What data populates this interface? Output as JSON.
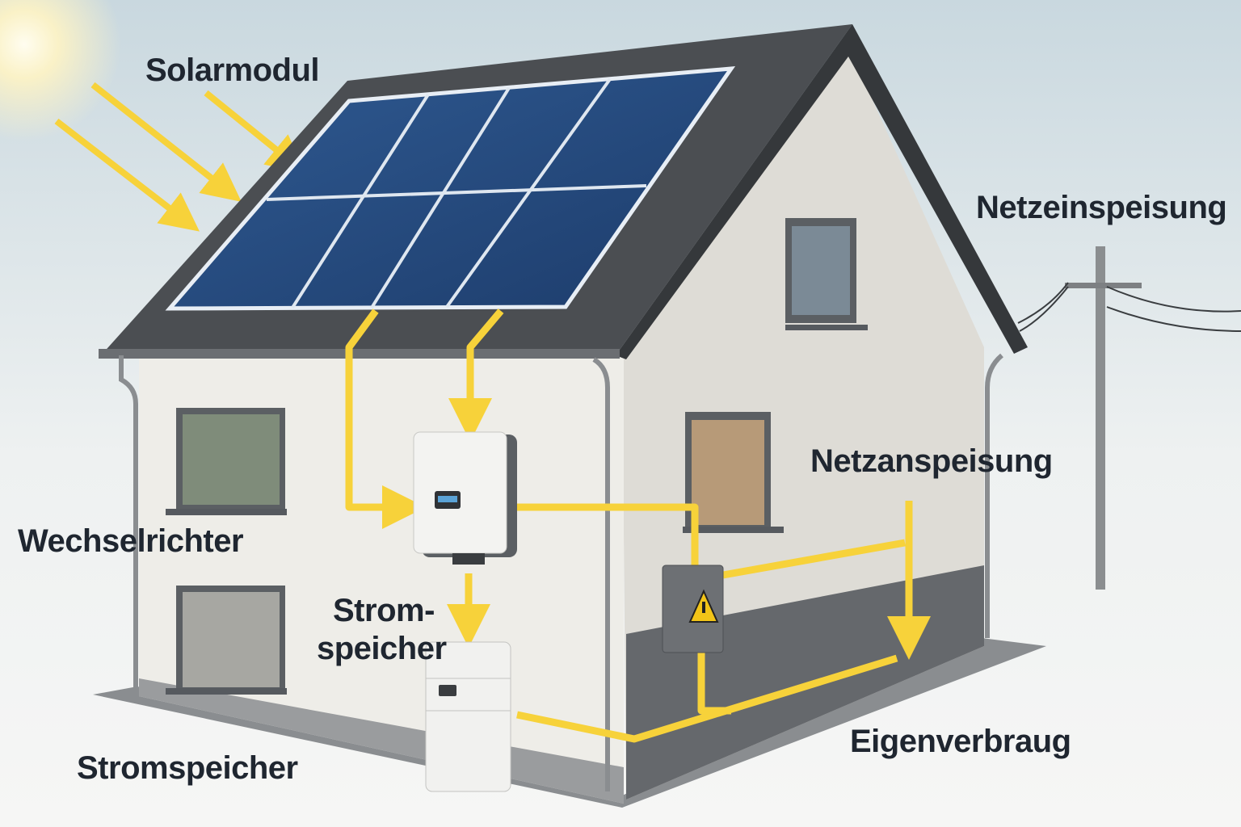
{
  "labels": {
    "solarmodul": "Solarmodul",
    "netzeinspeisung": "Netzeinspeisung",
    "netzanspeisung": "Netzanspeisung",
    "wechselrichter": "Wechselrichter",
    "stromspeicher_line1": "Strom-",
    "stromspeicher_line2": "speicher",
    "stromspeicher": "Stromspeicher",
    "eigenverbraug": "Eigenverbraug"
  },
  "colors": {
    "energy_flow": "#f7d23a",
    "roof": "#4b4e52",
    "panel": "#24477a",
    "wall": "#ecebe6",
    "base": "#5f6266",
    "label_text": "#1f2630"
  },
  "icons": [
    "sun-icon",
    "warning-triangle-icon"
  ]
}
